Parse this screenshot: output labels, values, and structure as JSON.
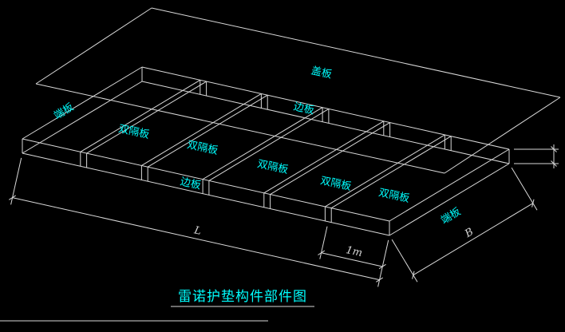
{
  "drawing": {
    "title": "雷诺护垫构件部件图",
    "parts": {
      "cover_plate": "盖板",
      "end_plate_left": "端板",
      "end_plate_right": "端板",
      "side_plate_back": "边板",
      "side_plate_front": "边板",
      "double_partition_1": "双隔板",
      "double_partition_2": "双隔板",
      "double_partition_3": "双隔板",
      "double_partition_4": "双隔板",
      "double_partition_5": "双隔板"
    },
    "dimensions": {
      "length_label": "L",
      "cell_width_label": "1m",
      "width_label": "B"
    },
    "colors": {
      "background": "#000000",
      "line": "#d9d9d9",
      "part_label": "#00ffff",
      "dimension_text": "#d9d9d9",
      "title": "#00ffff"
    }
  }
}
